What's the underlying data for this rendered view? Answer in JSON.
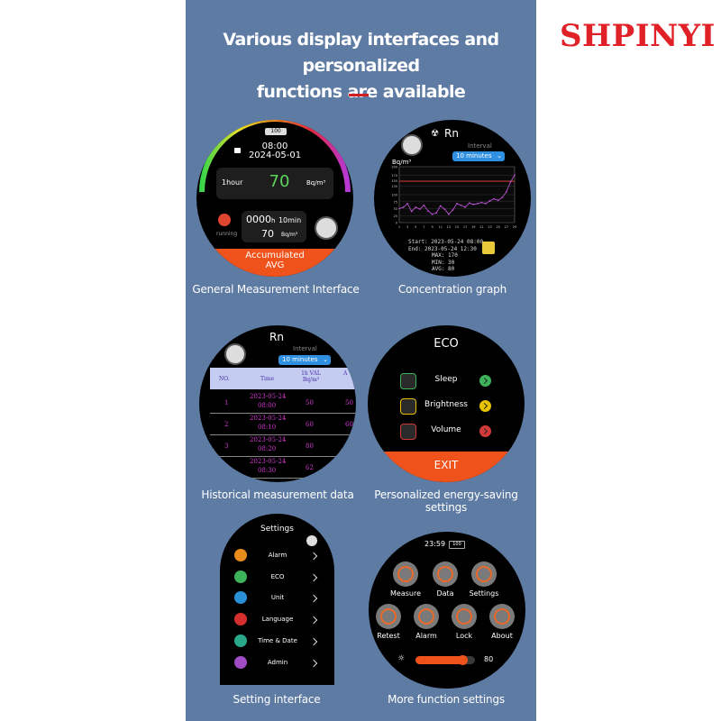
{
  "brand": "SHPINYI",
  "headline": {
    "line1": "Various display interfaces and personalized",
    "line2": "functions are available"
  },
  "captions": {
    "general": "General Measurement Interface",
    "graph": "Concentration graph",
    "history": "Historical measurement data",
    "eco": "Personalized energy-saving settings",
    "settings": "Setting interface",
    "more": "More function settings"
  },
  "general": {
    "battery": "100",
    "time": "08:00",
    "date": "2024-05-01",
    "period": "1hour",
    "value": "70",
    "unit": "Bq/m³",
    "status": "running",
    "duration_main": "0000",
    "duration_h": "h",
    "duration_min": "10min",
    "accum_value": "70",
    "accum_unit": "Bq/m³",
    "accum_label1": "Accumulated",
    "accum_label2": "AVG"
  },
  "graph": {
    "title": "Rn",
    "unit": "Bq/m³",
    "interval_label": "Interval",
    "interval_value": "10 minutes",
    "info": {
      "start": "Start: 2023-05-24 08:00",
      "end": "End: 2023-05-24 12:30",
      "max": "MAX: 170",
      "min": "MIN: 30",
      "avg": "AVG: 80"
    },
    "threshold_color": "#d0302f",
    "line_color": "#b84fd1"
  },
  "chart_data": {
    "type": "line",
    "x": [
      1,
      2,
      3,
      4,
      5,
      6,
      7,
      8,
      9,
      10,
      11,
      12,
      13,
      14,
      15,
      16,
      17,
      18,
      19,
      20,
      21,
      22,
      23,
      24,
      25,
      26,
      27,
      28,
      29
    ],
    "series": [
      {
        "values": [
          50,
          55,
          68,
          40,
          55,
          48,
          62,
          42,
          30,
          35,
          60,
          48,
          30,
          45,
          68,
          62,
          55,
          70,
          65,
          68,
          72,
          68,
          78,
          85,
          80,
          90,
          110,
          145,
          170
        ]
      }
    ],
    "threshold": 148,
    "ylim": [
      0,
      200
    ],
    "yticks": [
      "200",
      "170",
      "150",
      "130",
      "100",
      "75",
      "50",
      "25",
      "0"
    ],
    "xticks": [
      "1",
      "2",
      "3",
      "4",
      "5",
      "6",
      "7",
      "8",
      "9",
      "10",
      "11",
      "12",
      "13",
      "14",
      "15",
      "16",
      "17",
      "18",
      "19",
      "20",
      "21",
      "22",
      "23",
      "24",
      "25",
      "26",
      "27",
      "28",
      "29"
    ],
    "ylabel": "Bq/m³"
  },
  "history": {
    "title": "Rn",
    "interval_label": "Interval",
    "interval_value": "10 minutes",
    "columns": [
      "NO.",
      "Time",
      "1h VAL Bq/m³",
      "A"
    ],
    "rows": [
      {
        "no": "1",
        "date": "2023-05-24",
        "time": "08:00",
        "val": "50",
        "avg": "50"
      },
      {
        "no": "2",
        "date": "2023-05-24",
        "time": "08:10",
        "val": "60",
        "avg": "60"
      },
      {
        "no": "3",
        "date": "2023-05-24",
        "time": "08:20",
        "val": "80",
        "avg": ""
      },
      {
        "no": "",
        "date": "2023-05-24",
        "time": "08:30",
        "val": "62",
        "avg": ""
      }
    ]
  },
  "eco": {
    "title": "ECO",
    "items": [
      {
        "label": "Sleep",
        "icon": "moon-icon",
        "color": "#3db25a"
      },
      {
        "label": "Brightness",
        "icon": "sun-icon",
        "color": "#e6c200"
      },
      {
        "label": "Volume",
        "icon": "speaker-icon",
        "color": "#d23a3a"
      }
    ],
    "exit": "EXIT"
  },
  "settings": {
    "title": "Settings",
    "items": [
      {
        "label": "Alarm",
        "color": "#e88a1c"
      },
      {
        "label": "ECO",
        "color": "#3db25a"
      },
      {
        "label": "Unit",
        "color": "#2b8fd6"
      },
      {
        "label": "Language",
        "color": "#d62f2f"
      },
      {
        "label": "Time & Date",
        "color": "#2aa88a"
      },
      {
        "label": "Admin",
        "color": "#a04cc4"
      }
    ]
  },
  "more": {
    "time": "23:59",
    "battery": "100",
    "row1": [
      "Measure",
      "Data",
      "Settings"
    ],
    "row2": [
      "Retest",
      "Alarm",
      "Lock",
      "About"
    ],
    "brightness": 80,
    "brightness_label": "80"
  }
}
